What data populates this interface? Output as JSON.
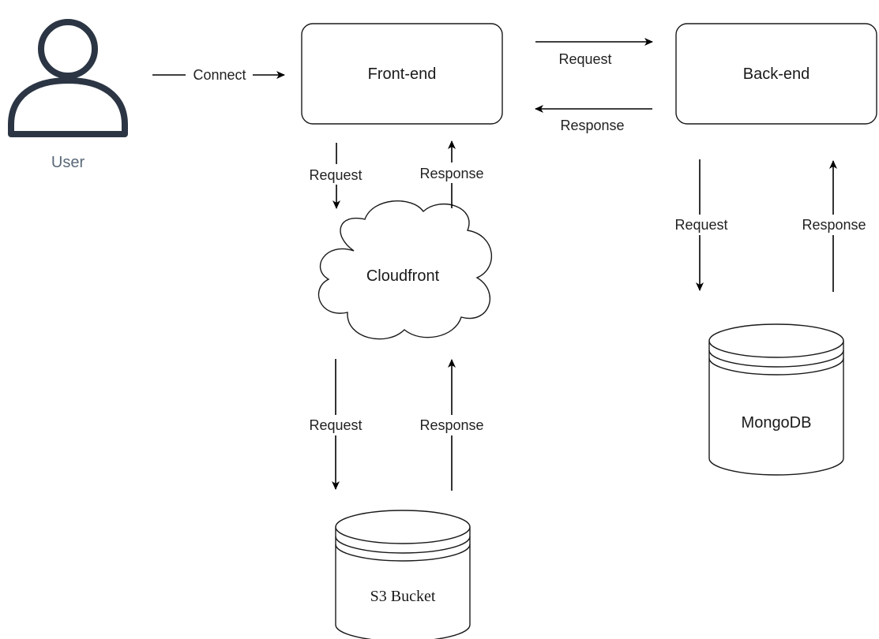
{
  "nodes": {
    "user": {
      "label": "User"
    },
    "frontend": {
      "label": "Front-end"
    },
    "backend": {
      "label": "Back-end"
    },
    "cloudfront": {
      "label": "Cloudfront"
    },
    "s3": {
      "label": "S3 Bucket"
    },
    "mongodb": {
      "label": "MongoDB"
    }
  },
  "edges": {
    "user_to_frontend": "Connect",
    "frontend_to_backend": "Request",
    "backend_to_frontend": "Response",
    "frontend_to_cloudfront": "Request",
    "cloudfront_to_frontend": "Response",
    "cloudfront_to_s3": "Request",
    "s3_to_cloudfront": "Response",
    "backend_to_mongodb": "Request",
    "mongodb_to_backend": "Response"
  },
  "colors": {
    "user_icon": "#2b3544",
    "user_label": "#5a6878",
    "stroke": "#1a1a1a"
  }
}
